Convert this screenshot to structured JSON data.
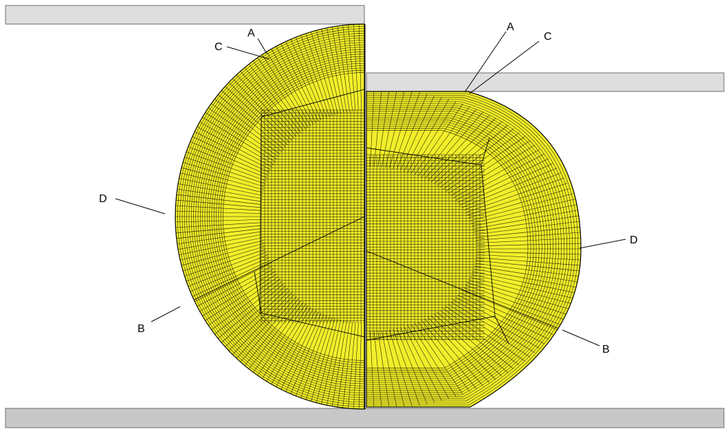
{
  "colors": {
    "mesh_fill": "#f2ee2a",
    "mesh_line": "#1a1a00",
    "plate_dark": "#c8c8c8",
    "plate_light": "#dedede",
    "background": "#ffffff"
  },
  "labels": {
    "left_a": "A",
    "left_c": "C",
    "left_d": "D",
    "left_b": "B",
    "right_a": "A",
    "right_c": "C",
    "right_d": "D",
    "right_b": "B"
  }
}
